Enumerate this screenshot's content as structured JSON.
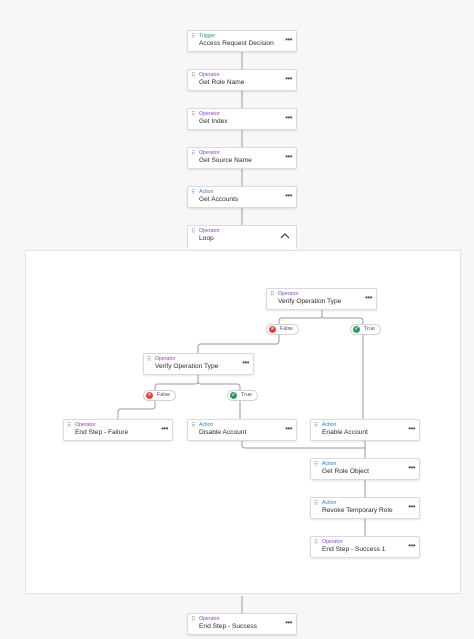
{
  "colors": {
    "trigger": "#2e9a5b",
    "operator": "#8b44c6",
    "action": "#2f7fd3",
    "false": "#e0443e",
    "true": "#2e9a5b",
    "connector": "#9a9aa2"
  },
  "icons": {
    "grip": "drag-handle-icon",
    "more": "more-options-icon",
    "collapse": "chevron-up-icon",
    "false": "close-circle-icon",
    "true": "check-circle-icon"
  },
  "nodes": {
    "trigger": {
      "type": "Trigger",
      "name": "Access Request Decision"
    },
    "get_role_name": {
      "type": "Operator",
      "name": "Get Role Name"
    },
    "get_index": {
      "type": "Operator",
      "name": "Get Index"
    },
    "get_source_name": {
      "type": "Operator",
      "name": "Get Source Name"
    },
    "get_accounts": {
      "type": "Action",
      "name": "Get Accounts"
    },
    "loop": {
      "type": "Operator",
      "name": "Loop"
    },
    "verify_op_1": {
      "type": "Operator",
      "name": "Verify Operation Type"
    },
    "verify_op_2": {
      "type": "Operator",
      "name": "Verify Operation Type"
    },
    "end_failure": {
      "type": "Operator",
      "name": "End Step - Failure"
    },
    "disable_account": {
      "type": "Action",
      "name": "Disable Account"
    },
    "enable_account": {
      "type": "Action",
      "name": "Enable Account"
    },
    "get_role_object": {
      "type": "Action",
      "name": "Get Role Object"
    },
    "revoke_temp_role": {
      "type": "Action",
      "name": "Revoke Temporary Role"
    },
    "end_success_1": {
      "type": "Operator",
      "name": "End Step - Success 1"
    },
    "end_success": {
      "type": "Operator",
      "name": "End Step - Success"
    }
  },
  "branches": {
    "false_label": "False",
    "true_label": "True"
  },
  "ui": {
    "more_glyph": "•••",
    "grip_glyph": "⠿"
  }
}
